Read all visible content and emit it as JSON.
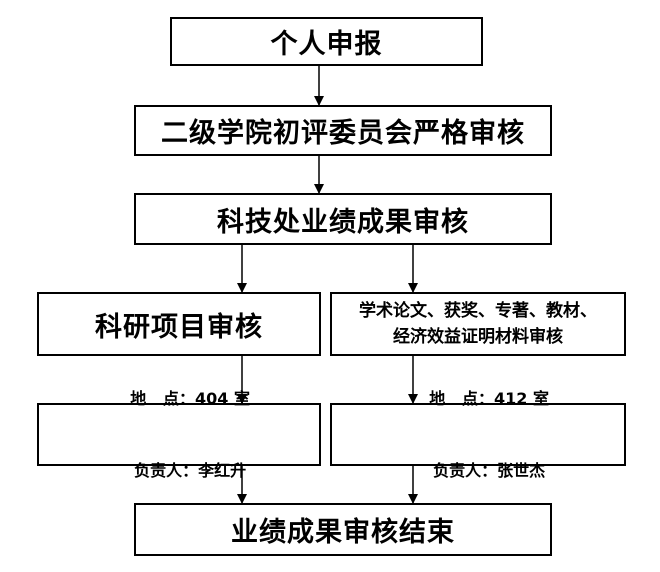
{
  "nodes": {
    "personal_declaration": "个人申报",
    "college_review": "二级学院初评委员会严格审核",
    "research_office_review": "科技处业绩成果审核",
    "project_review": "科研项目审核",
    "publication_review": {
      "line1": "学术论文、获奖、专著、教材、",
      "line2": "经济效益证明材料审核"
    },
    "project_office": {
      "location_label": "地   点：",
      "location_value": "404 室",
      "person_label": "负责人：",
      "person_value": "李红升"
    },
    "publication_office": {
      "location_label": "地   点：",
      "location_value": "412 室",
      "person_label": "负责人：",
      "person_value": "张世杰"
    },
    "review_end": "业绩成果审核结束"
  }
}
